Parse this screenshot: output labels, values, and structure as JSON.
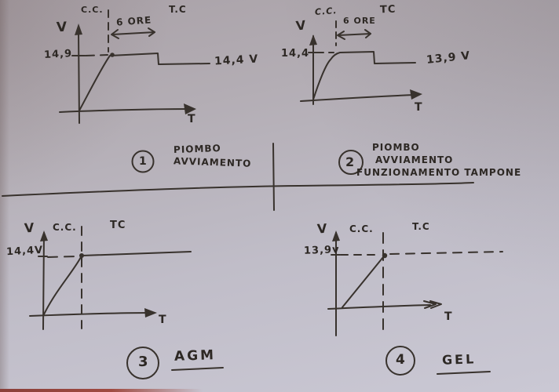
{
  "paper": {
    "ink_color": "#38322d",
    "paper_color_top": "#a9a1a7",
    "paper_color_bottom": "#cac8d4",
    "accent_red_edge": "#a04a41"
  },
  "panels": [
    {
      "number": "1",
      "caption_lines": [
        "PIOMBO",
        "AVVIAMENTO"
      ],
      "v_axis_label": "V",
      "t_axis_label": "T",
      "phase_cc": "C.C.",
      "phase_tc": "T.C",
      "duration": "6 ORE",
      "plateau_label": "14,9",
      "end_label": "14,4 V"
    },
    {
      "number": "2",
      "caption_lines": [
        "PIOMBO",
        "AVVIAMENTO",
        "FUNZIONAMENTO TAMPONE"
      ],
      "v_axis_label": "V",
      "t_axis_label": "T",
      "phase_cc": "C.C.",
      "phase_tc": "TC",
      "duration": "6 ORE",
      "plateau_label": "14,4",
      "end_label": "13,9 V"
    },
    {
      "number": "3",
      "caption_lines": [
        "AGM"
      ],
      "v_axis_label": "V",
      "t_axis_label": "T",
      "phase_cc": "C.C.",
      "phase_tc": "TC",
      "plateau_label": "14,4V"
    },
    {
      "number": "4",
      "caption_lines": [
        "GEL"
      ],
      "v_axis_label": "V",
      "t_axis_label": "T",
      "phase_cc": "C.C.",
      "phase_tc": "T.C",
      "plateau_label": "13,9v"
    }
  ],
  "chart_data": [
    {
      "type": "line",
      "title": "1 PIOMBO AVVIAMENTO",
      "xlabel": "T",
      "ylabel": "V",
      "phases": [
        "C.C.",
        "T.C"
      ],
      "plateau_duration": "6 ORE",
      "plateau_voltage": 14.9,
      "maintenance_voltage": 14.4,
      "points": [
        [
          0,
          0
        ],
        [
          1,
          14.9
        ],
        [
          7,
          14.9
        ],
        [
          7,
          14.4
        ],
        [
          10,
          14.4
        ]
      ]
    },
    {
      "type": "line",
      "title": "2 PIOMBO AVVIAMENTO FUNZIONAMENTO TAMPONE",
      "xlabel": "T",
      "ylabel": "V",
      "phases": [
        "C.C.",
        "TC"
      ],
      "plateau_duration": "6 ORE",
      "plateau_voltage": 14.4,
      "maintenance_voltage": 13.9,
      "points": [
        [
          0,
          0
        ],
        [
          1,
          14.4
        ],
        [
          7,
          14.4
        ],
        [
          7,
          13.9
        ],
        [
          10,
          13.9
        ]
      ]
    },
    {
      "type": "line",
      "title": "3 AGM",
      "xlabel": "T",
      "ylabel": "V",
      "phases": [
        "C.C.",
        "TC"
      ],
      "plateau_voltage": 14.4,
      "points": [
        [
          0,
          0
        ],
        [
          2,
          14.4
        ],
        [
          10,
          14.4
        ]
      ],
      "note": "rises in C.C. phase then held constant at 14,4V (solid line)"
    },
    {
      "type": "line",
      "title": "4 GEL",
      "xlabel": "T",
      "ylabel": "V",
      "phases": [
        "C.C.",
        "T.C"
      ],
      "plateau_voltage": 13.9,
      "points": [
        [
          0,
          0
        ],
        [
          2,
          13.9
        ],
        [
          10,
          13.9
        ]
      ],
      "note": "rises in C.C. phase then held at 13,9V (dashed line)"
    }
  ]
}
